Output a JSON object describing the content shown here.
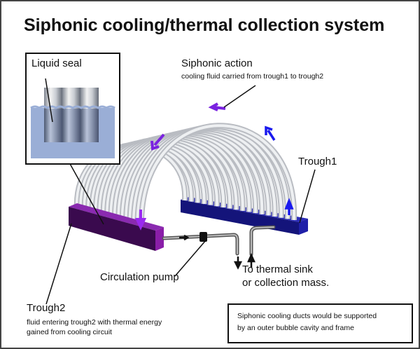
{
  "title": "Siphonic cooling/thermal collection system",
  "inset": {
    "label": "Liquid seal"
  },
  "siphonic_action": {
    "heading": "Siphonic action",
    "subtext": "cooling fluid carried from trough1 to trough2"
  },
  "trough1": {
    "label": "Trough1",
    "color": "#1a1a9a"
  },
  "trough2": {
    "label": "Trough2",
    "line1": "fluid entering trough2 with thermal energy",
    "line2": "gained from cooling circuit",
    "color": "#6a1a8a"
  },
  "pump": {
    "label": "Circulation pump"
  },
  "sink": {
    "line1": "To thermal sink",
    "line2": "or collection mass."
  },
  "note": {
    "line1": "Siphonic cooling ducts would be supported",
    "line2": "by an outer bubble cavity and frame"
  },
  "colors": {
    "flow_arrow": "#7a22e0",
    "up_arrow": "#1a1aee",
    "water": "#9aaed6"
  }
}
